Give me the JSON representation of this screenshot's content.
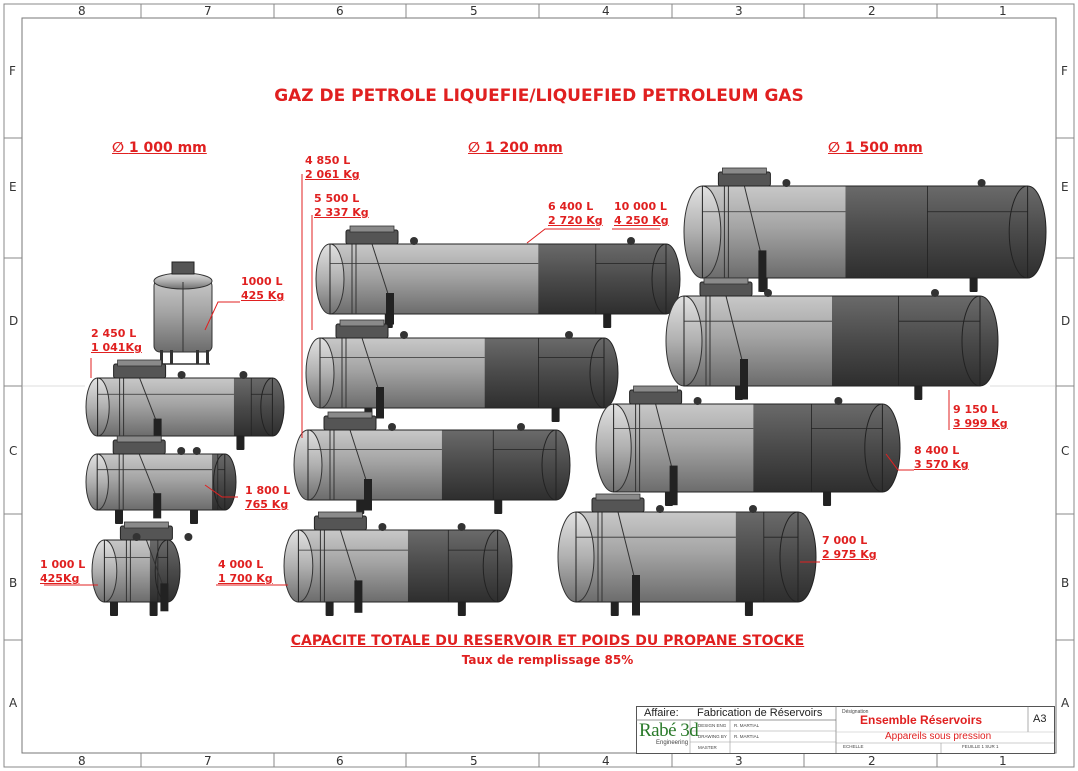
{
  "title": "GAZ DE PETROLE LIQUEFIE/LIQUEFIED PETROLEUM GAS",
  "zones": {
    "columns": [
      "8",
      "7",
      "6",
      "5",
      "4",
      "3",
      "2",
      "1"
    ],
    "rows": [
      "F",
      "E",
      "D",
      "C",
      "B",
      "A"
    ]
  },
  "diameters": [
    "1 000 mm",
    "1 200 mm",
    "1 500 mm"
  ],
  "tanks": [
    {
      "volume": "1000 L",
      "weight": "425 Kg"
    },
    {
      "volume": "2 450 L",
      "weight": "1 041Kg"
    },
    {
      "volume": "1 800 L",
      "weight": "765 Kg"
    },
    {
      "volume": "1 000 L",
      "weight": "425Kg"
    },
    {
      "volume": "4 850 L",
      "weight": "2 061 Kg"
    },
    {
      "volume": "5 500 L",
      "weight": "2 337 Kg"
    },
    {
      "volume": "6 400 L",
      "weight": "2 720 Kg"
    },
    {
      "volume": "4 000 L",
      "weight": "1 700 Kg"
    },
    {
      "volume": "10 000 L",
      "weight": "4 250 Kg"
    },
    {
      "volume": "9 150 L",
      "weight": "3 999 Kg"
    },
    {
      "volume": "8 400 L",
      "weight": "3 570 Kg"
    },
    {
      "volume": "7 000 L",
      "weight": "2 975 Kg"
    }
  ],
  "caption": "CAPACITE TOTALE DU RESERVOIR ET POIDS DU PROPANE STOCKE",
  "fill_rate": "Taux de remplissage 85%",
  "title_block": {
    "affaire_label": "Affaire:",
    "affaire_value": "Fabrication de Réservoirs",
    "logo_text": "Rabé 3d",
    "logo_sub": "Engineering",
    "design_label": "DESIGN ENG",
    "design_value": "R. MARTIAL",
    "drawing_label": "DRAWING BY",
    "drawing_value": "R. MARTIAL",
    "master_label": "MASTER",
    "designation_label": "Désignation",
    "designation_value": "Ensemble Réservoirs",
    "subtitle": "Appareils sous pression",
    "format": "A3",
    "scale_label": "ECHELLE",
    "sheet_label": "FEUILLE 1 SUR 1"
  },
  "colors": {
    "accent": "#e02020",
    "tank_light": "#9a9a9a",
    "tank_dark": "#4a4a4a",
    "frame": "#888888"
  }
}
